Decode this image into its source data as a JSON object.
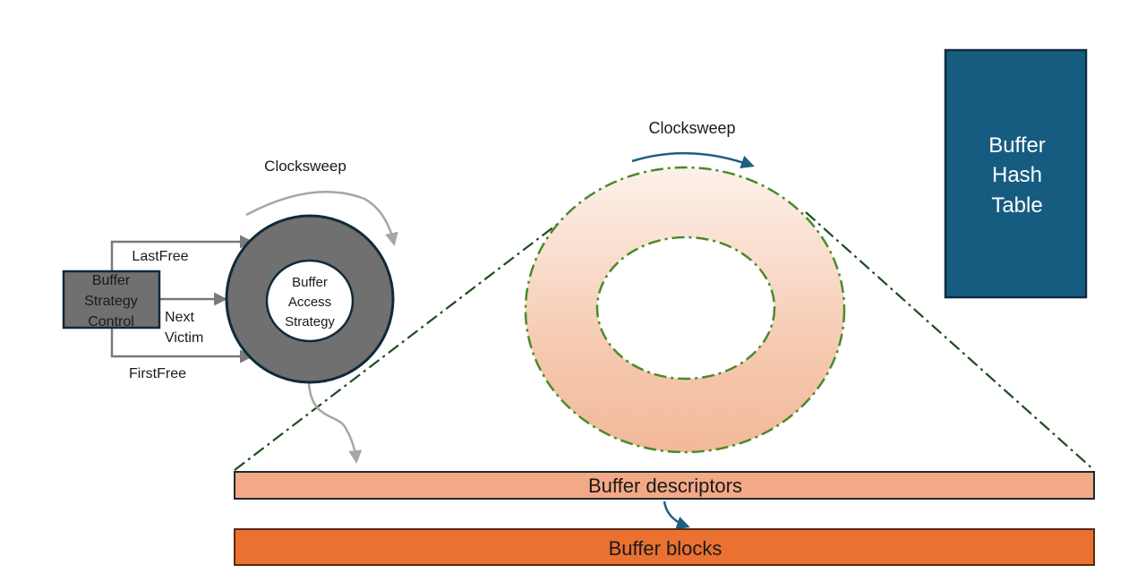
{
  "labels": {
    "clocksweep_small": "Clocksweep",
    "clocksweep_large": "Clocksweep",
    "last_free": "LastFree",
    "next_victim_line1": "Next",
    "next_victim_line2": "Victim",
    "first_free": "FirstFree",
    "strategy_control_line1": "Buffer",
    "strategy_control_line2": "Strategy",
    "strategy_control_line3": "Control",
    "access_strategy_line1": "Buffer",
    "access_strategy_line2": "Access",
    "access_strategy_line3": "Strategy",
    "hash_table_line1": "Buffer",
    "hash_table_line2": "Hash",
    "hash_table_line3": "Table",
    "descriptors": "Buffer descriptors",
    "blocks": "Buffer blocks"
  },
  "colors": {
    "strategy_control_fill": "#707070",
    "small_ring_fill": "#707070",
    "ring_border": "#0f2b3a",
    "hash_table_fill": "#165c80",
    "descriptors_fill": "#f3a986",
    "blocks_fill": "#ea7132",
    "dashed_green": "#4a8a2a",
    "dashed_dark_green": "#1f4d1f",
    "grey_arrow": "#a6a6a6",
    "pointer_arrow": "#7a7a7a",
    "blue_arrow": "#1e5f82"
  }
}
